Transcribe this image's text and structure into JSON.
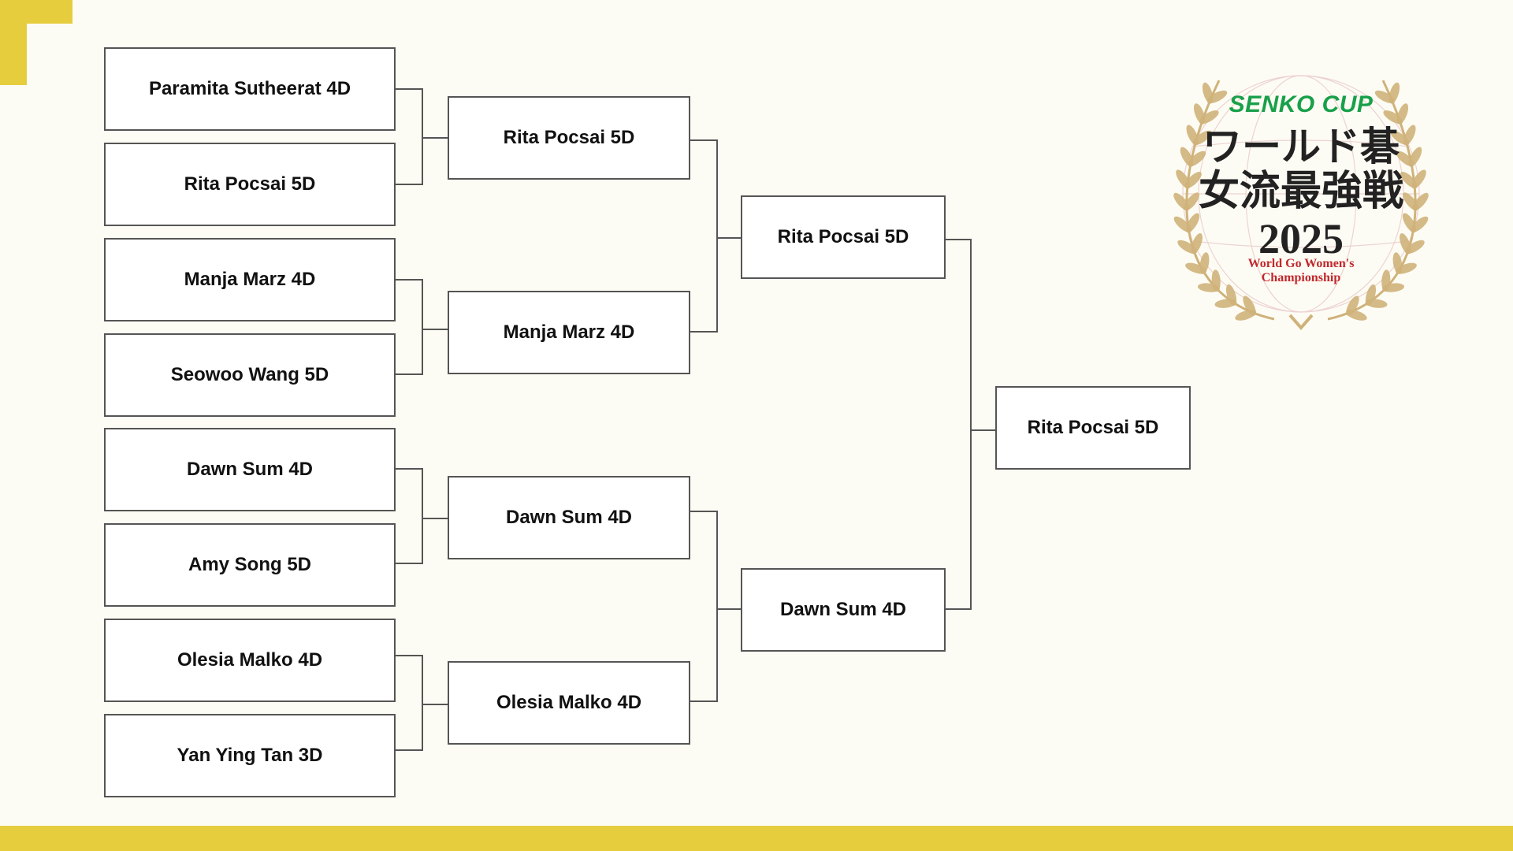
{
  "colors": {
    "background": "#fdfcf4",
    "accent": "#e6cd3e",
    "box_border": "#555555",
    "connector": "#555555",
    "logo_green": "#18a04a",
    "logo_red": "#c0282e",
    "logo_gold": "#cfb27a"
  },
  "bracket": {
    "round1": [
      "Paramita Sutheerat 4D",
      "Rita Pocsai 5D",
      "Manja Marz 4D",
      "Seowoo Wang 5D",
      "Dawn Sum 4D",
      "Amy Song 5D",
      "Olesia Malko 4D",
      "Yan Ying Tan 3D"
    ],
    "round2": [
      "Rita Pocsai 5D",
      "Manja Marz 4D",
      "Dawn Sum 4D",
      "Olesia Malko 4D"
    ],
    "round3": [
      "Rita Pocsai 5D",
      "Dawn Sum 4D"
    ],
    "final": [
      "Rita Pocsai 5D"
    ]
  },
  "logo": {
    "brand": "SENKO CUP",
    "title_line1": "ワールド碁",
    "title_line2": "女流最強戦",
    "year": "2025",
    "subtitle_line1": "World Go Women's",
    "subtitle_line2": "Championship",
    "icon": "laurel-wreath-icon"
  }
}
